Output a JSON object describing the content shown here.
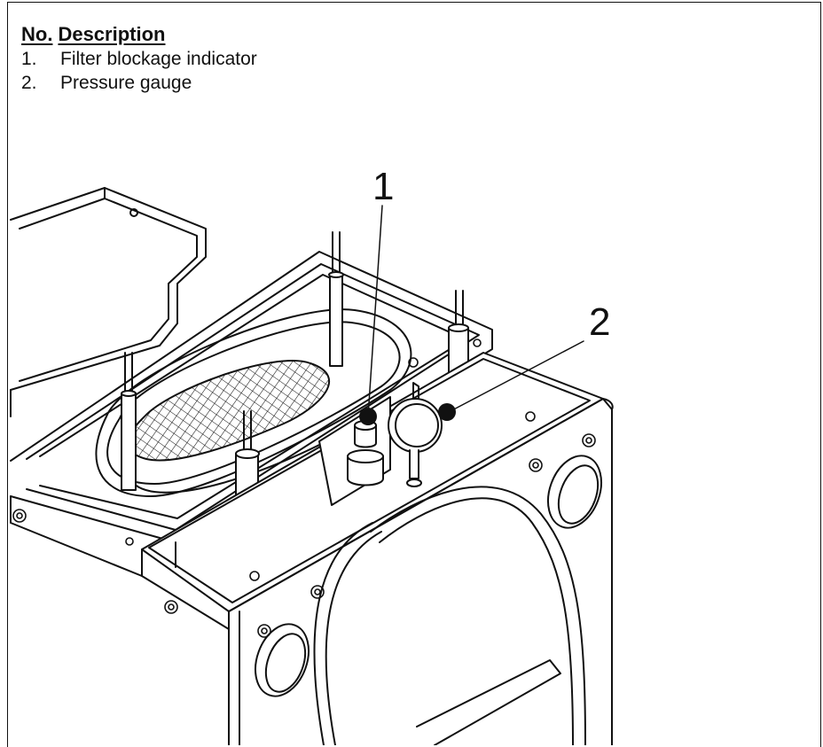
{
  "legend": {
    "header_no": "No.",
    "header_description": "Description",
    "items": [
      {
        "number": "1.",
        "description": "Filter blockage indicator"
      },
      {
        "number": "2.",
        "description": "Pressure gauge"
      }
    ]
  },
  "callouts": [
    {
      "label": "1"
    },
    {
      "label": "2"
    }
  ]
}
